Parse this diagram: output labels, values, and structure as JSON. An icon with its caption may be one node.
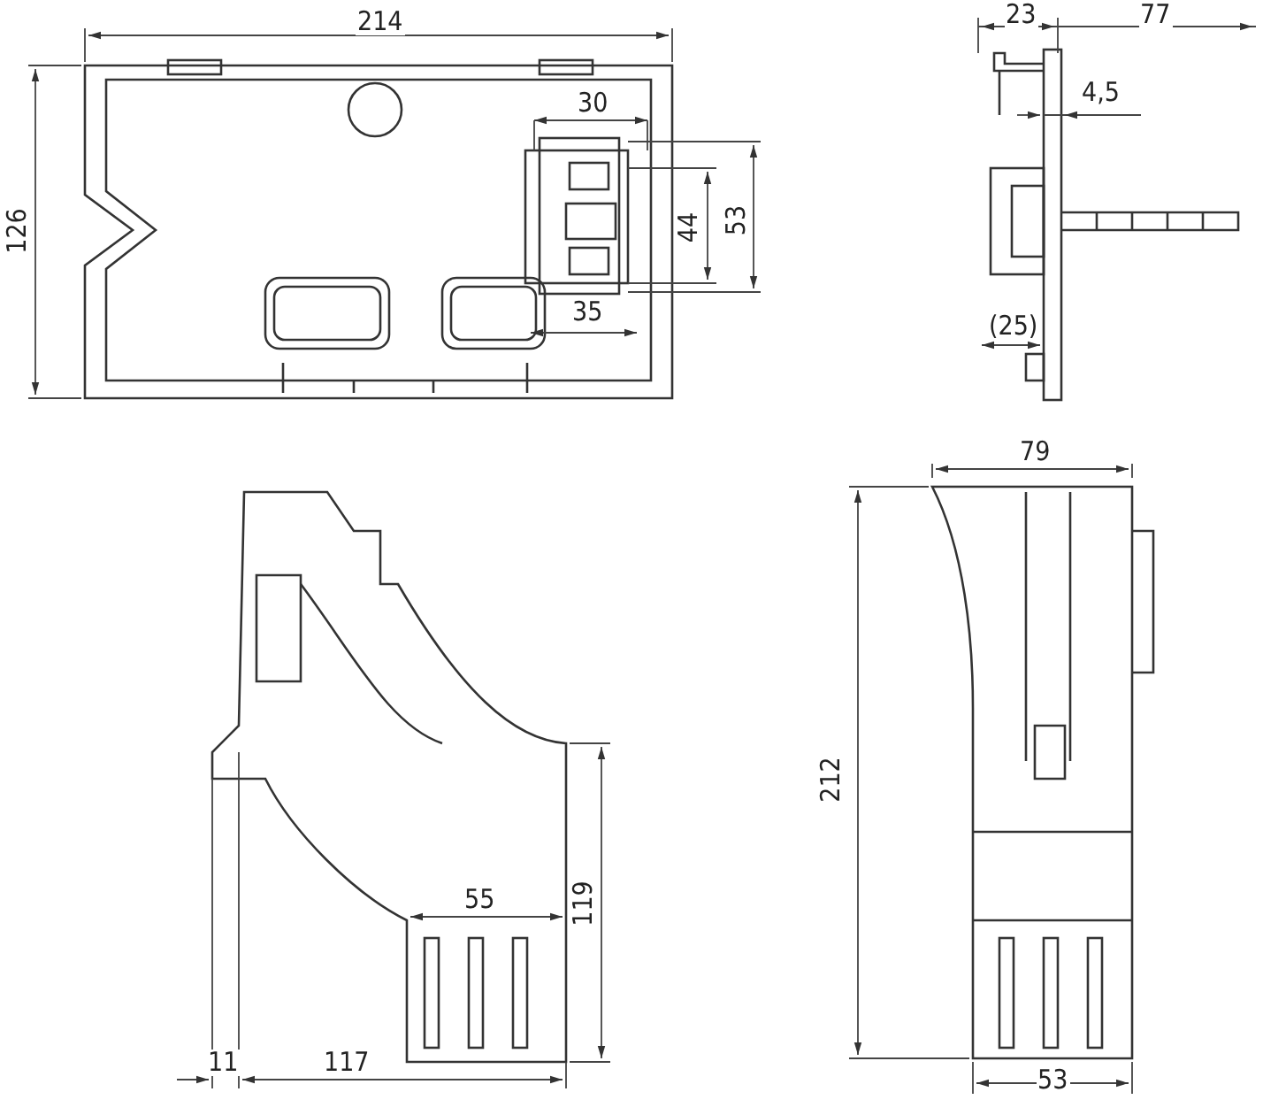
{
  "diagram": {
    "labels": [
      "214",
      "23",
      "77",
      "30",
      "4,5",
      "126",
      "44",
      "53",
      "35",
      "(25)",
      "79",
      "212",
      "55",
      "119",
      "11",
      "117",
      "53"
    ]
  }
}
